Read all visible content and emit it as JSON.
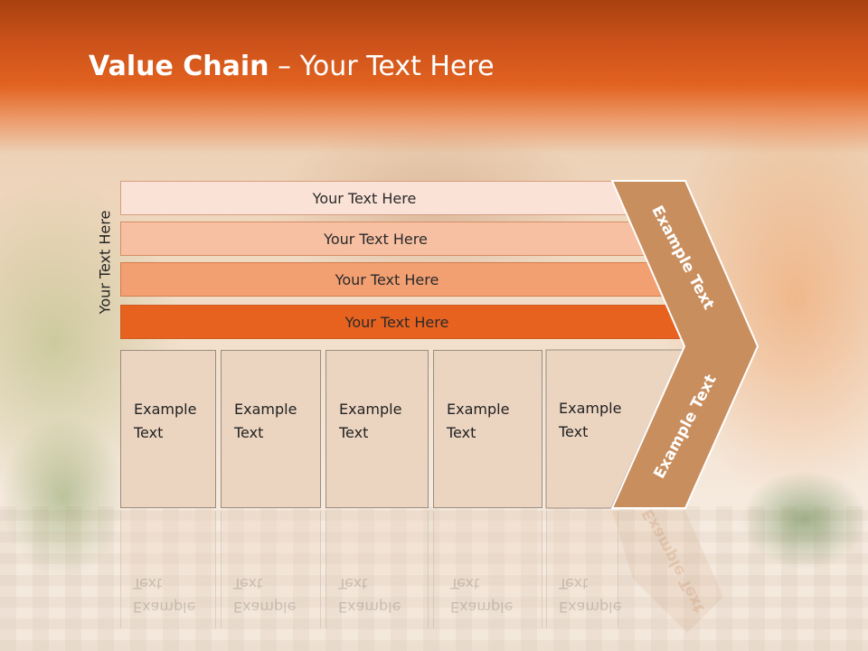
{
  "slide": {
    "title_bold": "Value Chain",
    "title_rest": " – Your Text Here",
    "side_label": "Your Text Here",
    "rows": [
      {
        "label": "Your Text Here"
      },
      {
        "label": "Your Text Here"
      },
      {
        "label": "Your Text Here"
      },
      {
        "label": "Your Text Here"
      }
    ],
    "boxes": [
      {
        "line1": "Example",
        "line2": "Text"
      },
      {
        "line1": "Example",
        "line2": "Text"
      },
      {
        "line1": "Example",
        "line2": "Text"
      },
      {
        "line1": "Example",
        "line2": "Text"
      },
      {
        "line1": "Example",
        "line2": "Text"
      }
    ],
    "chevron_top": "Example Text",
    "chevron_bottom": "Example Text",
    "colors": {
      "header": "#e2621f",
      "chevron": "#c98e5e",
      "row_light": "#fbe2d6",
      "row_dark": "#e8621f",
      "box": "#ebd4c0"
    }
  }
}
